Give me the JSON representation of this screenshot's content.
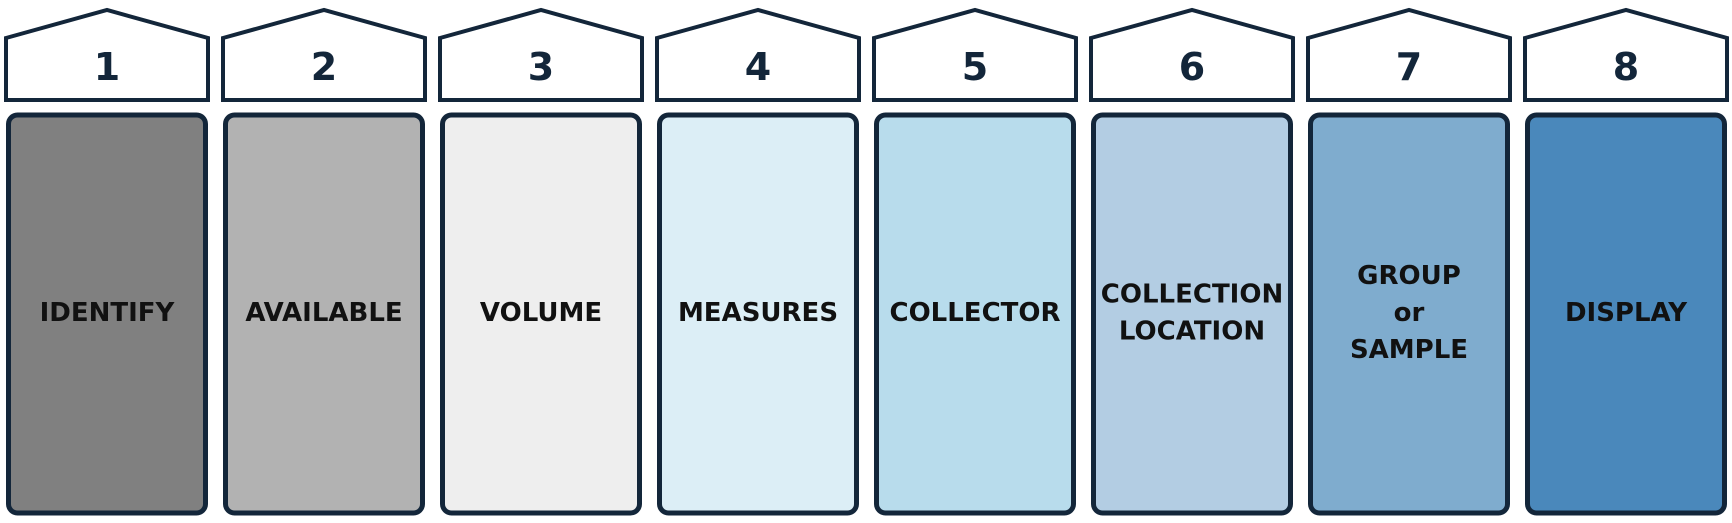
{
  "steps": [
    {
      "number": "1",
      "lines": [
        "IDENTIFY"
      ],
      "color": "#808080"
    },
    {
      "number": "2",
      "lines": [
        "AVAILABLE"
      ],
      "color": "#b2b2b2"
    },
    {
      "number": "3",
      "lines": [
        "VOLUME"
      ],
      "color": "#eeeeee"
    },
    {
      "number": "4",
      "lines": [
        "MEASURES"
      ],
      "color": "#dceef6"
    },
    {
      "number": "5",
      "lines": [
        "COLLECTOR"
      ],
      "color": "#b8dcec"
    },
    {
      "number": "6",
      "lines": [
        "COLLECTION",
        "LOCATION"
      ],
      "color": "#b3cde3"
    },
    {
      "number": "7",
      "lines": [
        "GROUP",
        "or",
        "SAMPLE"
      ],
      "color": "#7facce"
    },
    {
      "number": "8",
      "lines": [
        "DISPLAY"
      ],
      "color": "#4a88bb"
    }
  ],
  "colors": {
    "outline": "#13263a",
    "house_fill": "#ffffff"
  }
}
